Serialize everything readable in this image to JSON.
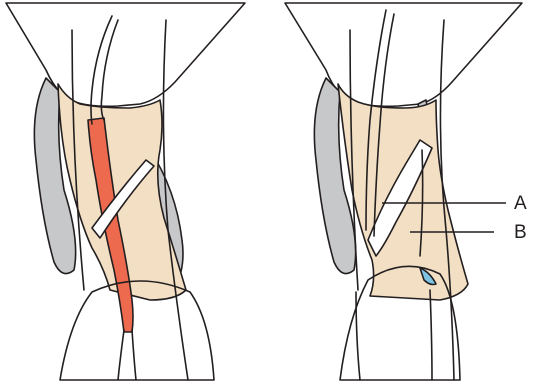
{
  "figure": {
    "callouts": [
      {
        "key": "a",
        "label": "A"
      },
      {
        "key": "b",
        "label": "B"
      }
    ]
  },
  "colors": {
    "tissue": "#f2dfc4",
    "grey_band": "#c7c8ca",
    "highlight": "#ee6a4f",
    "white_band": "#ffffff",
    "accent": "#7fc4e3",
    "outline": "#231f20"
  }
}
